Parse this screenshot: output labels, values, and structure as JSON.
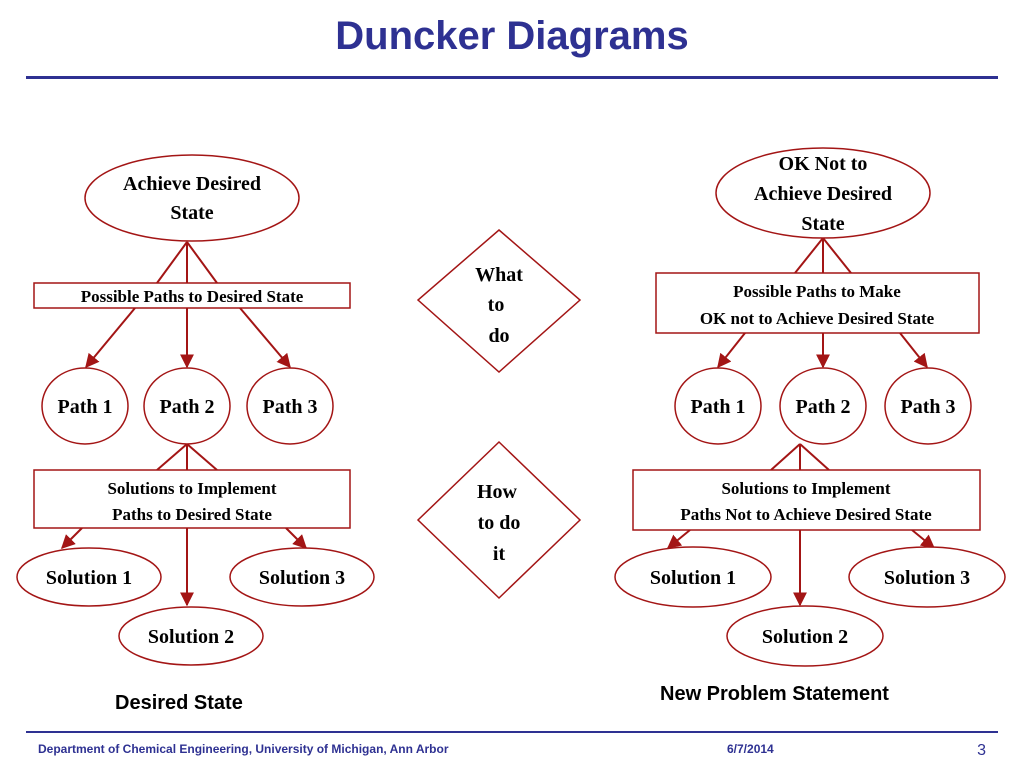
{
  "title": "Duncker Diagrams",
  "left": {
    "goal": [
      "Achieve Desired",
      "State"
    ],
    "paths_box": [
      "Possible Paths to Desired State"
    ],
    "paths": [
      "Path 1",
      "Path 2",
      "Path 3"
    ],
    "solutions_box": [
      "Solutions to Implement",
      "Paths to Desired State"
    ],
    "solutions": [
      "Solution 1",
      "Solution 2",
      "Solution 3"
    ],
    "caption": "Desired State"
  },
  "middle": {
    "what": [
      "What",
      "to",
      "do"
    ],
    "how": [
      "How",
      "to do",
      "it"
    ]
  },
  "right": {
    "goal": [
      "OK Not to",
      "Achieve Desired",
      "State"
    ],
    "paths_box": [
      "Possible Paths to Make",
      "OK not to Achieve Desired State"
    ],
    "paths": [
      "Path 1",
      "Path 2",
      "Path 3"
    ],
    "solutions_box": [
      "Solutions to Implement",
      "Paths Not to Achieve Desired State"
    ],
    "solutions": [
      "Solution 1",
      "Solution 2",
      "Solution 3"
    ],
    "caption": "New Problem Statement"
  },
  "footer": {
    "department": "Department of Chemical Engineering, University of Michigan, Ann Arbor",
    "date": "6/7/2014",
    "page": "3"
  },
  "colors": {
    "title": "#2e3192",
    "shape_stroke": "#a31515",
    "text": "#000000"
  }
}
